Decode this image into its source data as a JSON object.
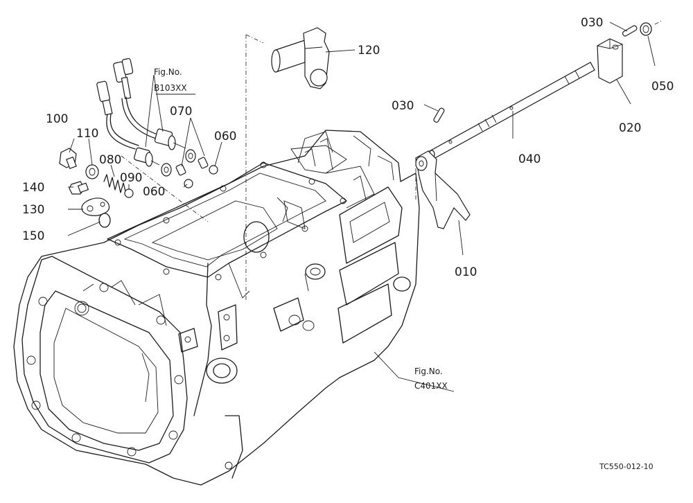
{
  "diagram": {
    "code": "TC550-012-10",
    "parts": [
      "010",
      "020",
      "030",
      "030",
      "040",
      "050",
      "060",
      "060",
      "070",
      "080",
      "090",
      "100",
      "110",
      "120",
      "130",
      "140",
      "150"
    ],
    "figure_refs": [
      {
        "prefix": "Fig.No.",
        "code": "B103XX"
      },
      {
        "prefix": "Fig.No.",
        "code": "C401XX"
      }
    ]
  }
}
